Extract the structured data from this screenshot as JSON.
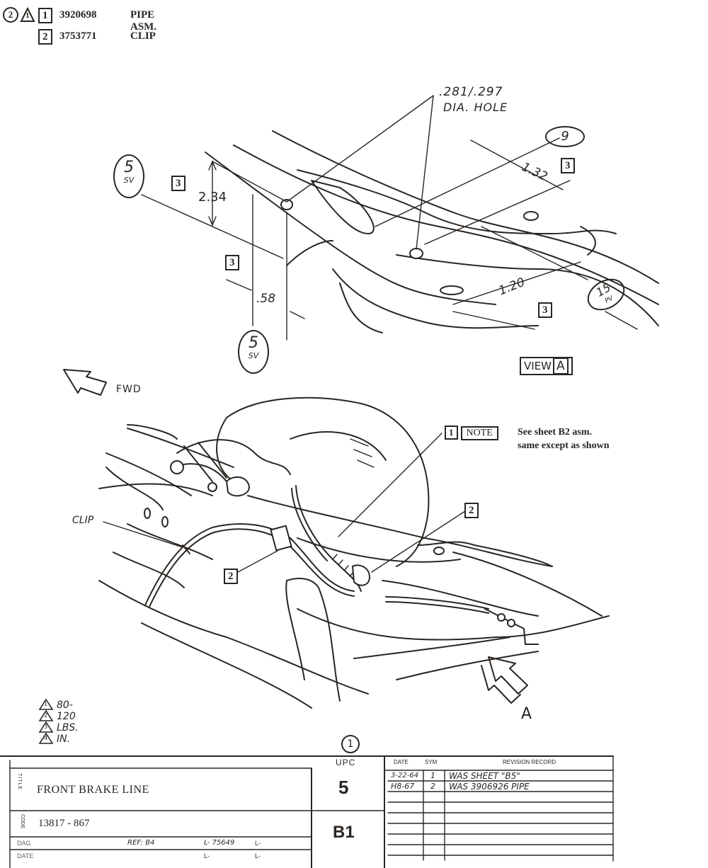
{
  "header": {
    "circle_ref": "2",
    "triangle_ref": "1",
    "parts": [
      {
        "item": "1",
        "part_number": "3920698",
        "description": "PIPE ASM."
      },
      {
        "item": "2",
        "part_number": "3753771",
        "description": "CLIP"
      }
    ]
  },
  "view_a": {
    "dim_hole": ".281/.297",
    "dim_hole_label": "DIA. HOLE",
    "dim_234": "2.34",
    "dim_58": ".58",
    "dim_132": "1.32",
    "dim_120": "1.20",
    "oval_9": "9",
    "ref_5sv_top": "5",
    "ref_5sv_top_sub": "SV",
    "ref_5sv_bot": "5",
    "ref_5sv_bot_sub": "SV",
    "ref_15pv": "15",
    "ref_15pv_sub": "PV",
    "box3": "3",
    "view_label": "VIEW",
    "view_letter": "A"
  },
  "main_view": {
    "fwd": "FWD",
    "note_item": "1",
    "note_word": "NOTE",
    "note_line1": "See sheet B2 asm.",
    "note_line2": "same except as shown",
    "callout_2": "2",
    "clip_label": "CLIP",
    "arrow_letter": "A"
  },
  "torque": {
    "tri1": "1",
    "tri2": "2",
    "tri3": "3",
    "tri4": "4",
    "spec": "80-120 LBS. IN."
  },
  "title_block": {
    "upc_circle": "1",
    "upc_label": "UPC",
    "title_side_label": "TITLE",
    "title": "FRONT BRAKE LINE",
    "code_side_label": "CODE",
    "code": "13817 - 867",
    "upc_number": "5",
    "sheet": "B1",
    "revision_headers": [
      "DATE",
      "SYM",
      "REVISION RECORD"
    ],
    "revisions": [
      {
        "date": "3-22-64",
        "sym": "1",
        "text": "WAS SHEET \"B5\""
      },
      {
        "date": "H8-67",
        "sym": "2",
        "text": "WAS 3906926 PIPE"
      }
    ],
    "footer_row1": {
      "dag": "DAG",
      "ref": "REF: B4",
      "l1": "L- 75649",
      "l2": "L-"
    },
    "footer_row2": {
      "date": "DATE",
      "l3": "L-",
      "l4": "L-"
    }
  }
}
